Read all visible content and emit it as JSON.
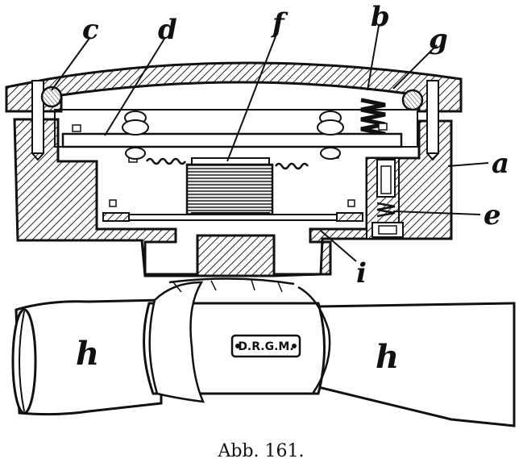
{
  "figure": {
    "labels": {
      "a": "a",
      "b": "b",
      "c": "c",
      "d": "d",
      "e": "e",
      "f": "f",
      "g": "g",
      "h_left": "h",
      "h_right": "h",
      "i": "i"
    },
    "nameplate": "D.R.G.M.",
    "caption": "Abb. 161."
  }
}
